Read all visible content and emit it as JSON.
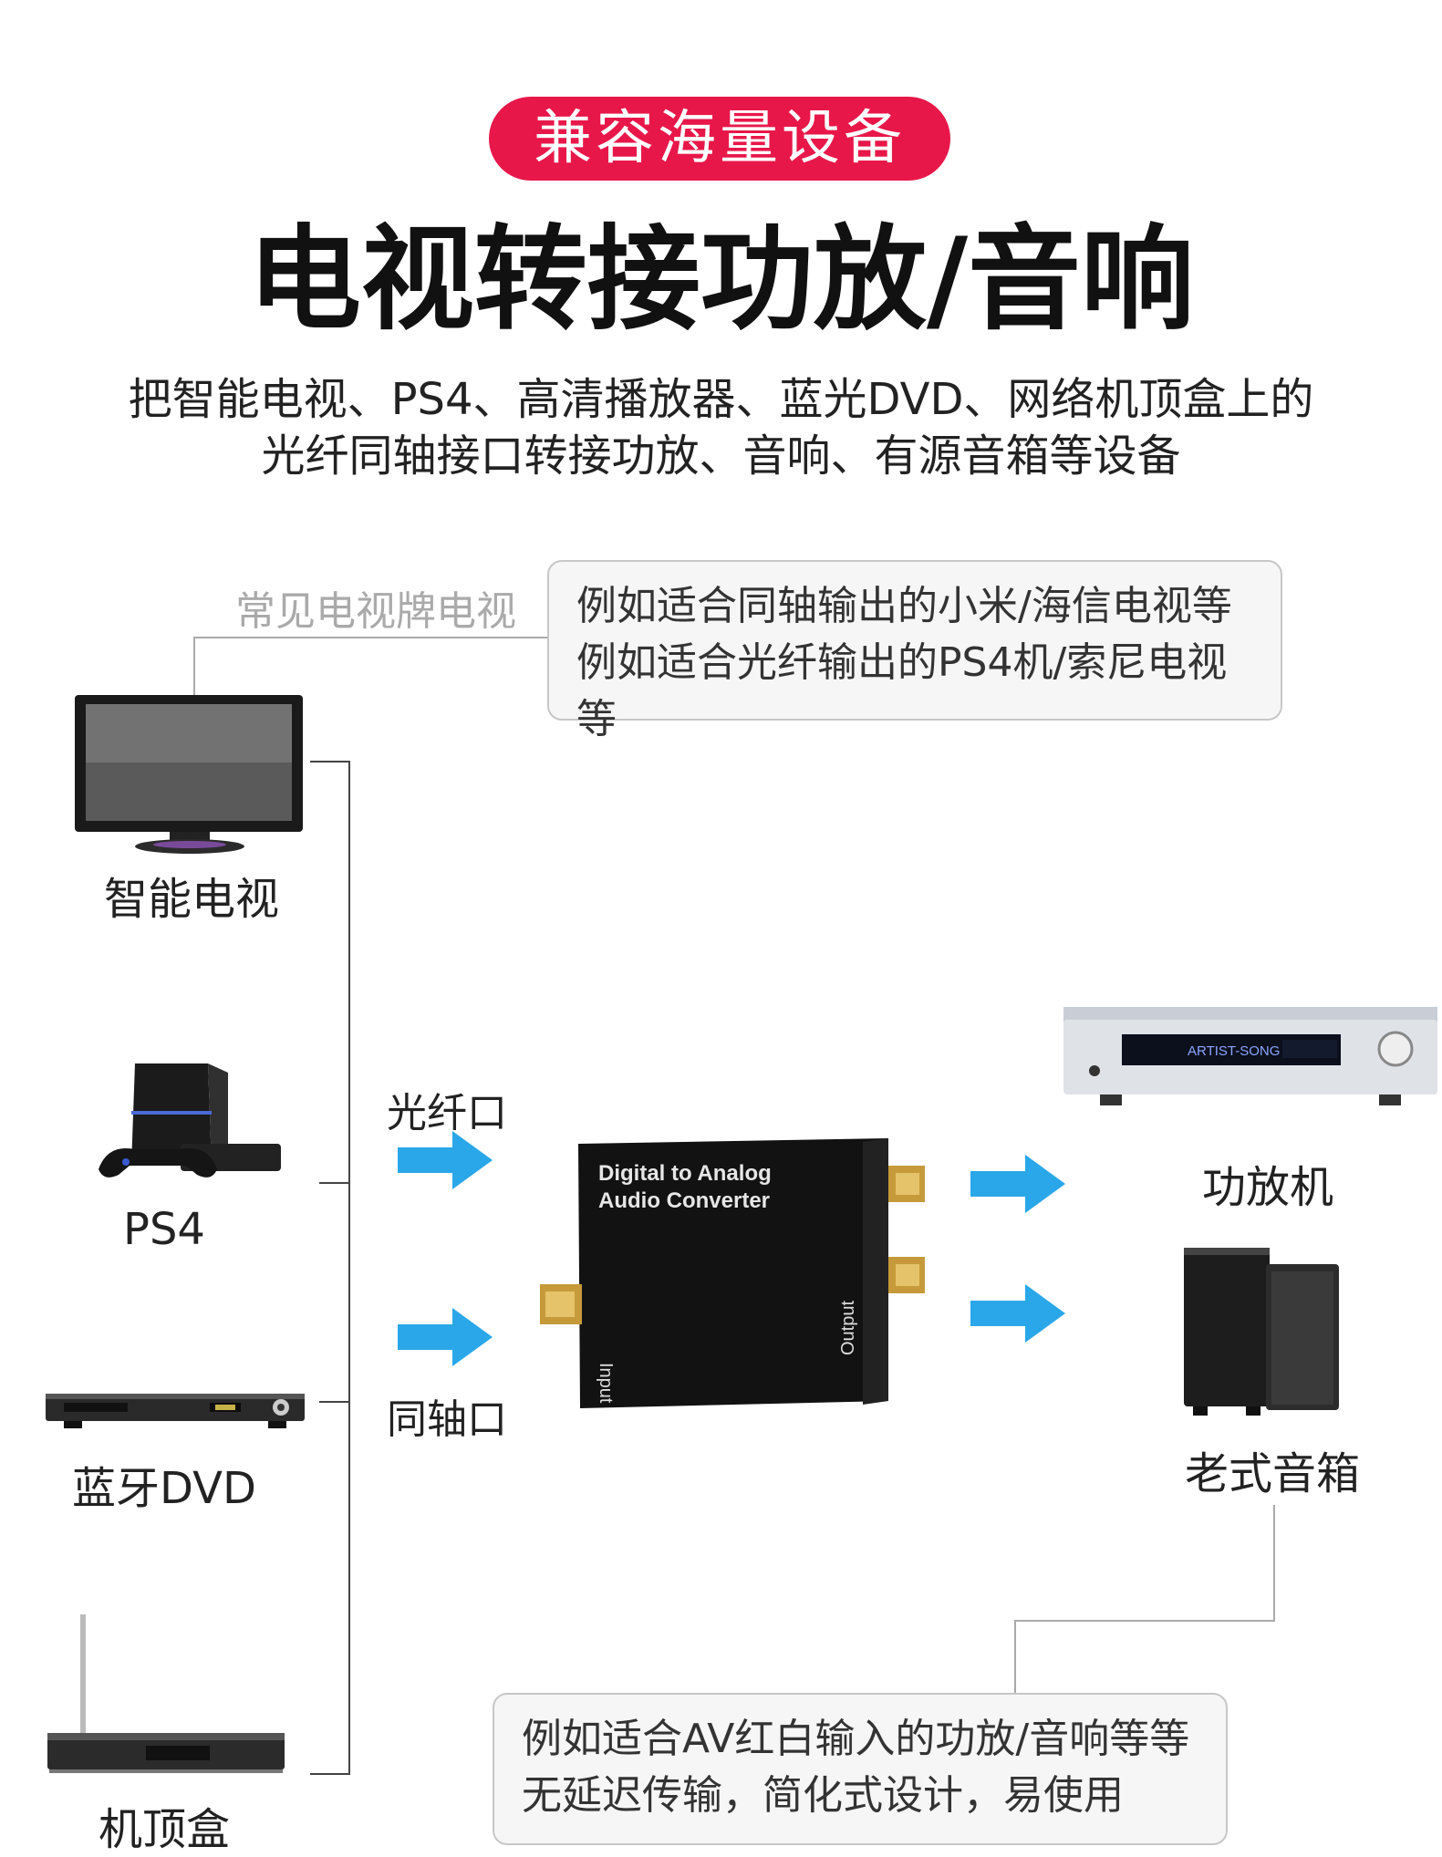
{
  "badge": "兼容海量设备",
  "headline": "电视转接功放/音响",
  "subtitle": {
    "line1": "把智能电视、PS4、高清播放器、蓝光DVD、网络机顶盒上的",
    "line2": "光纤同轴接口转接功放、音响、有源音箱等设备"
  },
  "tv_brand_label": "常见电视牌电视",
  "top_note": {
    "line1": "例如适合同轴输出的小米/海信电视等",
    "line2": "例如适合光纤输出的PS4机/索尼电视等"
  },
  "sources": [
    {
      "label": "智能电视",
      "icon": "smart-tv-icon"
    },
    {
      "label": "PS4",
      "icon": "ps4-console-icon"
    },
    {
      "label": "蓝牙DVD",
      "icon": "dvd-player-icon"
    },
    {
      "label": "机顶盒",
      "icon": "set-top-box-icon"
    }
  ],
  "ports": {
    "optical": "光纤口",
    "coaxial": "同轴口"
  },
  "converter": {
    "title_line1": "Digital to Analog",
    "title_line2": "Audio Converter",
    "input_label": "Input",
    "output_label": "Output"
  },
  "outputs": [
    {
      "label": "功放机",
      "icon": "amplifier-icon",
      "display_text": "ARTIST-SONG"
    },
    {
      "label": "老式音箱",
      "icon": "speaker-icon"
    }
  ],
  "bottom_note": {
    "line1": "例如适合AV红白输入的功放/音响等等",
    "line2": "无延迟传输，简化式设计，易使用"
  },
  "colors": {
    "badge": "#e8174a",
    "arrow": "#2aa7e8"
  }
}
